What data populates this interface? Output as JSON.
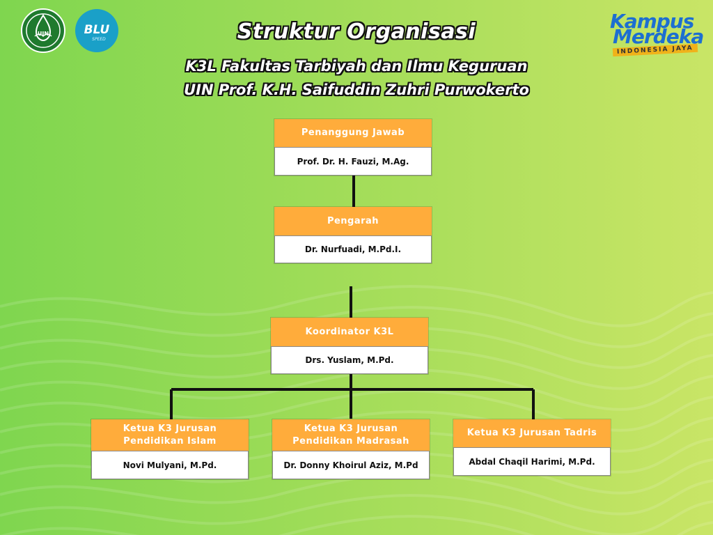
{
  "header": {
    "title": "Struktur Organisasi",
    "subtitle_line1": "K3L Fakultas Tarbiyah dan Ilmu Keguruan",
    "subtitle_line2": "UIN Prof. K.H. Saifuddin Zuhri Purwokerto"
  },
  "logos": {
    "uin_text": "UIN",
    "blu_text": "BLU",
    "blu_sub": "SPEED",
    "kampus": "Kampus",
    "merdeka": "Merdeka",
    "indonesia_jaya": "INDONESIA JAYA"
  },
  "org": {
    "penanggung_jawab": {
      "role": "Penanggung Jawab",
      "name": "Prof. Dr. H. Fauzi, M.Ag."
    },
    "pengarah": {
      "role": "Pengarah",
      "name": "Dr. Nurfuadi, M.Pd.I."
    },
    "koordinator": {
      "role": "Koordinator K3L",
      "name": "Drs. Yuslam, M.Pd."
    },
    "ketua": [
      {
        "role": "Ketua K3 Jurusan Pendidikan Islam",
        "name": "Novi Mulyani, M.Pd."
      },
      {
        "role": "Ketua K3 Jurusan Pendidikan Madrasah",
        "name": "Dr. Donny Khoirul Aziz, M.Pd"
      },
      {
        "role": "Ketua K3 Jurusan Tadris",
        "name": "Abdal Chaqil Harimi, M.Pd."
      }
    ]
  },
  "colors": {
    "background_left": "#7fd64f",
    "background_right": "#c9e566",
    "box_header": "#ffac3b",
    "box_body": "#ffffff",
    "connector": "#111111",
    "kampus_merdeka_blue": "#1d6fd1",
    "indonesia_jaya_bg": "#f0b21a"
  }
}
